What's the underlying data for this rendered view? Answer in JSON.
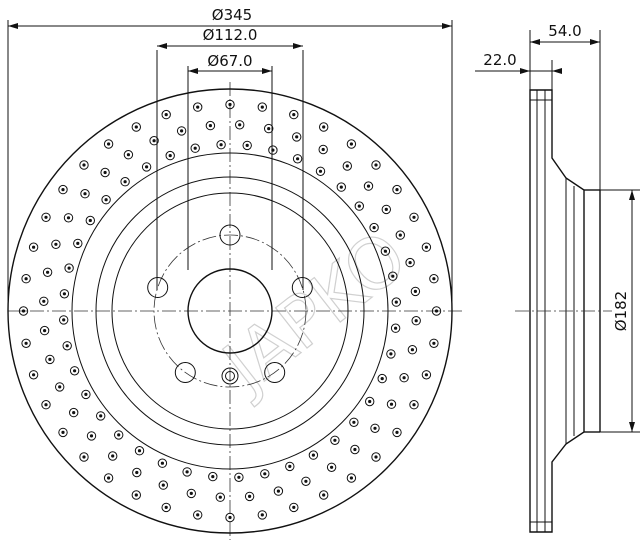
{
  "dimensions": {
    "outer_diameter": "Ø345",
    "bolt_circle": "Ø112.0",
    "center_bore": "Ø67.0",
    "total_height": "54.0",
    "disc_thickness": "22.0",
    "hat_diameter": "Ø182"
  },
  "watermark": "JAPKO",
  "drawing": {
    "bolt_holes": 5,
    "drill_rings": [
      {
        "count": 40,
        "radius_fraction": 0.93
      },
      {
        "count": 40,
        "radius_fraction": 0.84
      },
      {
        "count": 40,
        "radius_fraction": 0.75
      }
    ]
  },
  "colors": {
    "line": "#111111",
    "watermark": "#d0d0d0"
  }
}
